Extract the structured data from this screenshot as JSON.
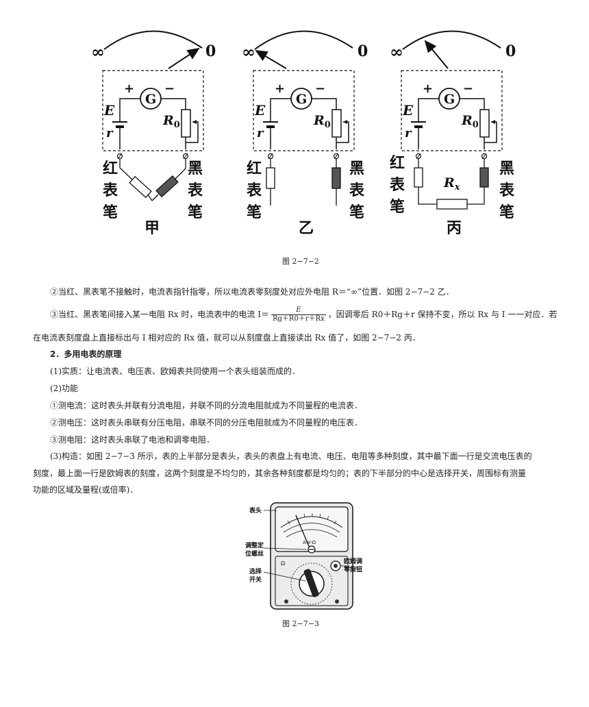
{
  "diagrams": {
    "infinity": "∞",
    "zero": "0",
    "plus": "+",
    "minus": "−",
    "galvanometer": "G",
    "emf": "E",
    "internal_r": "r",
    "r0": "R",
    "r0_sub": "0",
    "rx": "R",
    "rx_sub": "x",
    "red_probe": [
      "红",
      "表",
      "笔"
    ],
    "black_probe": [
      "黑",
      "表",
      "笔"
    ],
    "panel_labels": [
      "甲",
      "乙",
      "丙"
    ]
  },
  "figure1_caption": "图 2−7−2",
  "paragraphs": {
    "p1": "②当红、黑表笔不接触时，电流表指针指零，所以电流表零刻度处对应外电阻 R＝“∞”位置．如图 2−7−2 乙．",
    "p2_before": "③当红、黑表笔间接入某一电阻 Rx 时，电流表中的电流 I＝",
    "p2_frac_num": "E",
    "p2_frac_den": "Rg＋R0＋r＋Rx",
    "p2_after": "，因调零后 R0＋Rg＋r 保持不变，所以 Rx 与 I 一一对应．若",
    "p3": "在电流表刻度盘上直接标出与 I 相对应的 Rx 值，就可以从刻度盘上直接读出 Rx 值了，如图 2−7−2 丙．",
    "h2": "2．多用电表的原理",
    "p4": "(1)实质：让电流表、电压表、欧姆表共同使用一个表头组装而成的．",
    "p5": "(2)功能",
    "p6": "①测电流：这时表头并联有分流电阻，并联不同的分流电阻就成为不同量程的电流表．",
    "p7": "②测电压：这时表头串联有分压电阻，串联不同的分压电阻就成为不同量程的电压表．",
    "p8": "③测电阻：这时表头串联了电池和调零电阻．",
    "p9": "(3)构造：如图 2−7−3 所示，表的上半部分是表头，表头的表盘上有电流、电压、电阻等多种刻度，其中最下面一行是交流电压表的",
    "p10": "刻度，最上面一行是欧姆表的刻度，这两个刻度是不均匀的，其余各种刻度都是均匀的；表的下半部分的中心是选择开关，周围标有测量",
    "p11": "功能的区域及量程(或倍率)．"
  },
  "meter": {
    "label_head": "表头",
    "label_adjust_1": "调整定",
    "label_adjust_2": "位螺丝",
    "label_switch_1": "选择",
    "label_switch_2": "开关",
    "label_knob_1": "欧姆调",
    "label_knob_2": "零旋钮",
    "dial_text": "A-V-Ω",
    "ohm_symbol": "Ω"
  },
  "figure2_caption": "图 2−7−3"
}
